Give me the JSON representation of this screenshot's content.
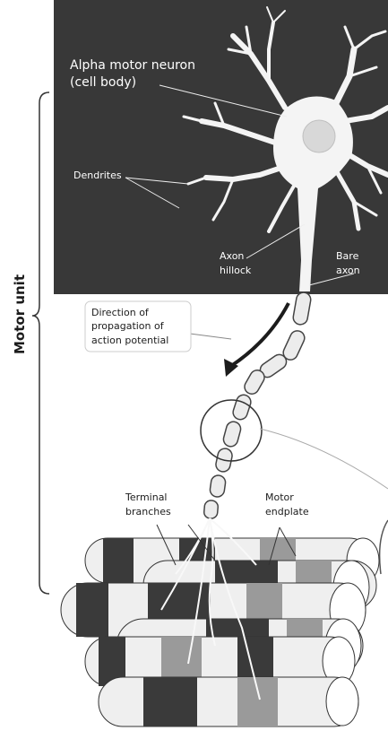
{
  "labels": {
    "neuron_line1": "Alpha motor neuron",
    "neuron_line2": "(cell body)",
    "dendrites": "Dendrites",
    "axon_hillock_line1": "Axon",
    "axon_hillock_line2": "hillock",
    "bare_axon_line1": "Bare",
    "bare_axon_line2": "axon",
    "direction_line1": "Direction of",
    "direction_line2": "propagation of",
    "direction_line3": "action potential",
    "motor_unit": "Motor unit",
    "terminal_line1": "Terminal",
    "terminal_line2": "branches",
    "endplate_line1": "Motor",
    "endplate_line2": "endplate"
  },
  "colors": {
    "background": "#ffffff",
    "neuron_panel": "#383838",
    "neuron": "#f4f4f4",
    "nucleus": "#d8d8d8",
    "myelin": "#ececec",
    "fiber_dark": "#3a3a3a",
    "fiber_mid": "#9a9a9a",
    "fiber_light": "#efefef"
  }
}
